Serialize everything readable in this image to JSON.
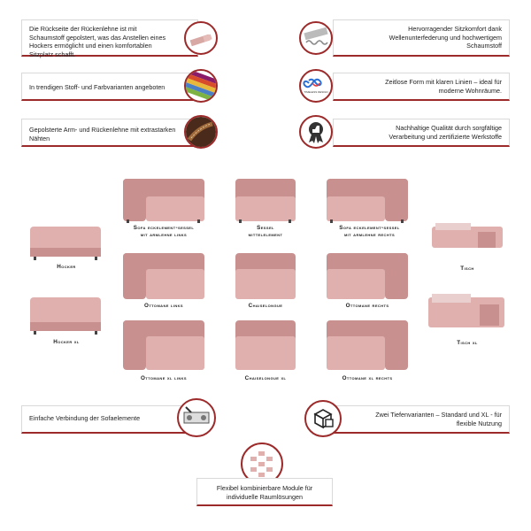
{
  "features_left": [
    "Die Rückseite der Rückenlehne ist mit Schaumstoff gepolstert, was das Anstellen eines Hockers ermöglicht und einen komfortablen Sitzplatz schafft.",
    "In trendigen Stoff- und Farbvarianten angeboten",
    "Gepolsterte Arm- und Rückenlehne mit extrastarken Nähten",
    "Einfache Verbindung der Sofaelemente"
  ],
  "features_right": [
    "Hervorragender Sitzkomfort dank Wellenunterfederung und hochwertigem Schaumstoff",
    "Zeitlose Form mit klaren Linien – ideal für moderne Wohnräume.",
    "Nachhaltige Qualität durch sorgfältige Verarbeitung und zertifizierte Werkstoffe",
    "Zwei Tiefenvarianten – Standard und XL - für flexible Nutzung"
  ],
  "feature_bottom": "Flexibel kombinierbare Module für individuelle Raumlösungen",
  "timeless_badge": "TIMELESS DESIGN",
  "products": {
    "sofa_left_line1": "Sofa eckelement-sessel",
    "sofa_left_line2": "mit armlehne links",
    "sessel_line1": "Sessel",
    "sessel_line2": "mittelelement",
    "sofa_right_line1": "Sofa eckelement-sessel",
    "sofa_right_line2": "mit armlehne rechts",
    "hocker": "Hocker",
    "ottomane_links": "Ottomane links",
    "chaiselongue": "Chaiselongue",
    "ottomane_rechts": "Ottomane rechts",
    "tisch": "Tisch",
    "hocker_xl": "Hocker xl",
    "ottomane_xl_links": "Ottomane xl links",
    "chaiselongue_xl": "Chaiselongue xl",
    "ottomane_xl_rechts": "Ottomane xl rechts",
    "tisch_xl": "Tisch xl"
  },
  "colors": {
    "accent": "#9c2a2a",
    "fabric": "#dfb0ae",
    "fabric_shadow": "#c8918f",
    "border": "#d9d9d9"
  },
  "icons": [
    "sofa-back-icon",
    "fabric-swatches-icon",
    "stitching-icon",
    "connector-icon",
    "spring-foam-icon",
    "infinity-icon",
    "quality-medal-icon",
    "box-icon",
    "modules-icon"
  ]
}
